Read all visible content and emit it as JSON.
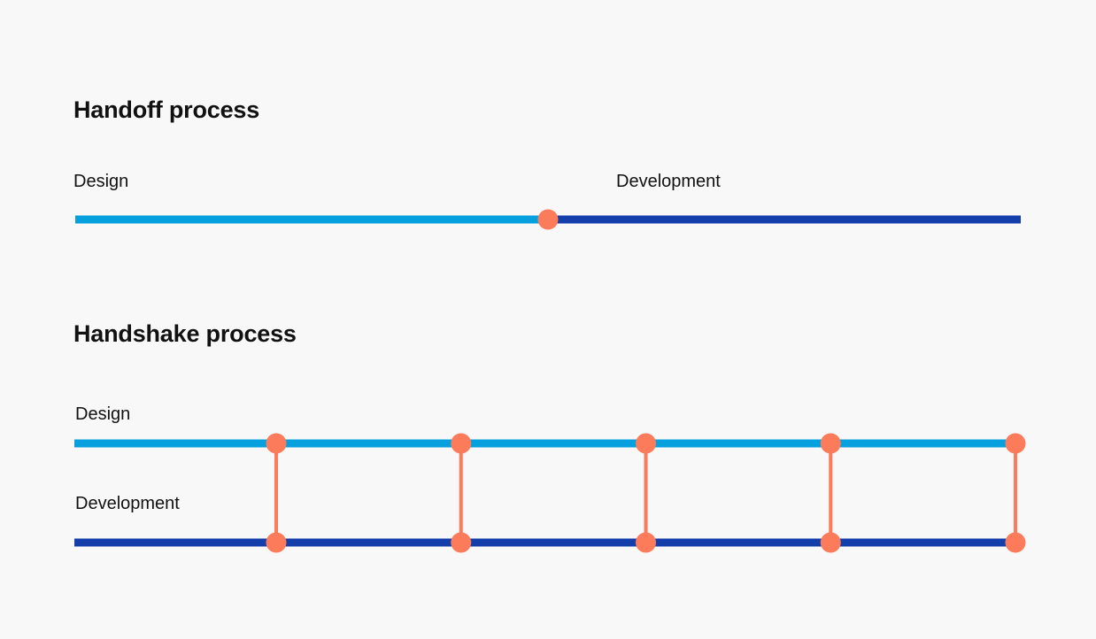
{
  "colors": {
    "background": "#F8F8F8",
    "design_line": "#06A0DE",
    "development_line": "#143FAB",
    "connector": "#FC7B5B",
    "text": "#111111"
  },
  "handoff": {
    "title": "Handoff process",
    "design_label": "Design",
    "development_label": "Development",
    "handoff_points": 1
  },
  "handshake": {
    "title": "Handshake process",
    "design_label": "Design",
    "development_label": "Development",
    "handshake_points": 5
  }
}
